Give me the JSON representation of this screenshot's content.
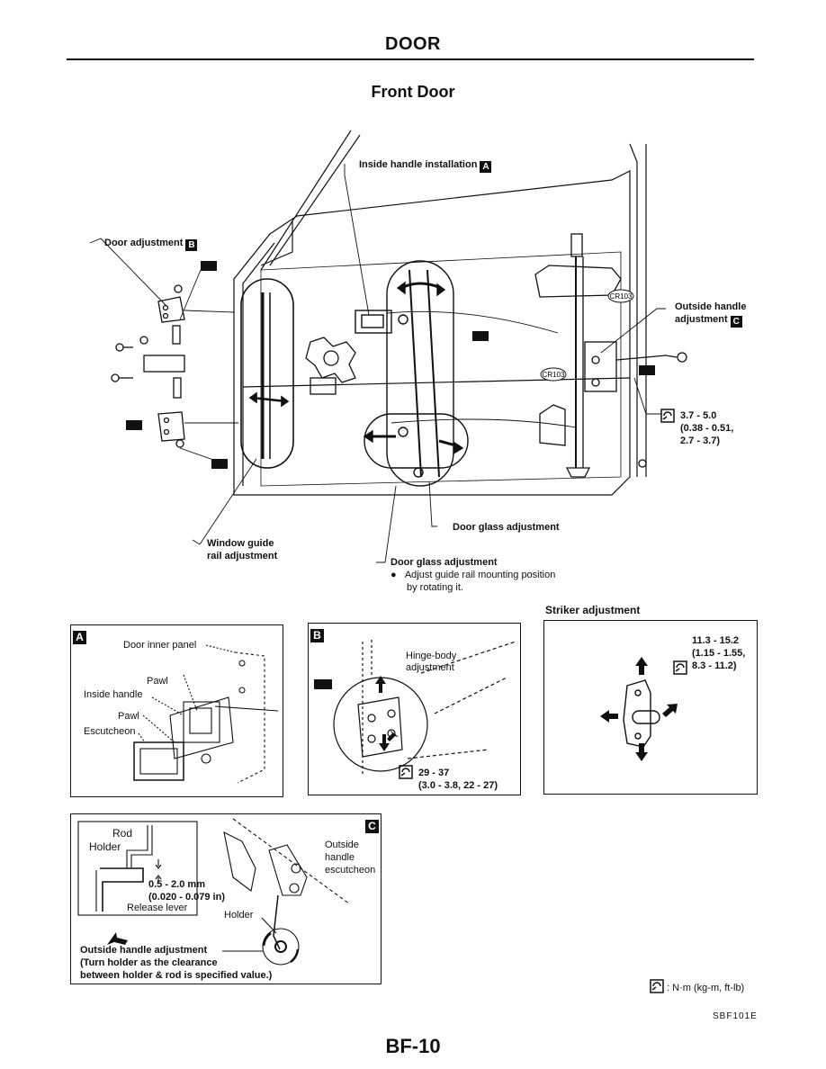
{
  "header": {
    "title": "DOOR"
  },
  "section": {
    "title": "Front Door"
  },
  "main_callouts": {
    "inside_handle": "Inside handle installation",
    "inside_handle_tag": "A",
    "door_adjustment": "Door adjustment",
    "door_adjustment_tag": "B",
    "outside_handle_line1": "Outside handle",
    "outside_handle_line2": "adjustment",
    "outside_handle_tag": "C",
    "torque_line1": "3.7 - 5.0",
    "torque_line2": "(0.38 - 0.51,",
    "torque_line3": "2.7 - 3.7)",
    "window_guide_line1": "Window guide",
    "window_guide_line2": "rail adjustment",
    "door_glass_1": "Door glass adjustment",
    "door_glass_2": "Door glass adjustment",
    "bullet_line1": "Adjust guide rail mounting position",
    "bullet_line2": "by rotating it.",
    "cr_label_1": "CR103",
    "cr_label_2": "CR103"
  },
  "striker": {
    "title": "Striker adjustment",
    "torque_line1": "11.3 - 15.2",
    "torque_line2": "(1.15 - 1.55,",
    "torque_line3": "8.3 - 11.2)"
  },
  "panel_a": {
    "tag": "A",
    "door_inner_panel": "Door inner panel",
    "pawl_1": "Pawl",
    "inside_handle": "Inside handle",
    "pawl_2": "Pawl",
    "escutcheon": "Escutcheon"
  },
  "panel_b": {
    "tag": "B",
    "hinge_line1": "Hinge-body",
    "hinge_line2": "adjustment",
    "torque_line1": "29 - 37",
    "torque_line2": "(3.0 - 3.8, 22 - 27)"
  },
  "panel_c": {
    "tag": "C",
    "rod": "Rod",
    "holder_1": "Holder",
    "clearance_line1": "0.5 - 2.0 mm",
    "clearance_line2": "(0.020 - 0.079 in)",
    "release_lever": "Release lever",
    "outside_line1": "Outside",
    "outside_line2": "handle",
    "outside_line3": "escutcheon",
    "holder_2": "Holder",
    "adj_line1": "Outside handle adjustment",
    "adj_line2": "(Turn holder as the clearance",
    "adj_line3": "between holder & rod is specified value.)"
  },
  "legend": {
    "text": ": N·m (kg-m, ft-lb)"
  },
  "footer": {
    "code": "SBF101E",
    "page": "BF-10"
  }
}
